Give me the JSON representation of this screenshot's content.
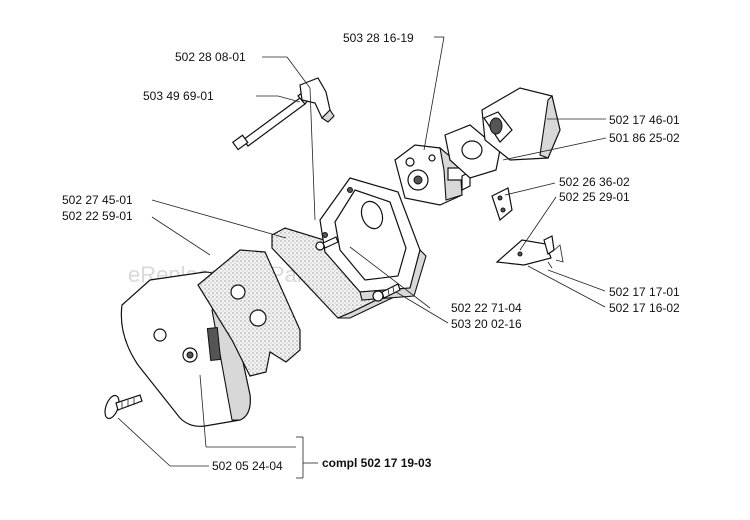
{
  "watermark": "eReplacementParts.com",
  "labels": {
    "p502280801": "502 28 08-01",
    "p503496901": "503 49 69-01",
    "p503281619": "503 28 16-19",
    "p502174601": "502 17 46-01",
    "p501862502": "501 86 25-02",
    "p502263602": "502 26 36-02",
    "p502252901": "502 25 29-01",
    "p502274501": "502 27 45-01",
    "p502225901": "502 22 59-01",
    "p502227104": "502 22 71-04",
    "p503200216": "503 20 02-16",
    "p502171701": "502 17 17-01",
    "p502171602": "502 17 16-02",
    "p502052404": "502 05 24-04",
    "compl": "compl 502 17 19-03"
  }
}
